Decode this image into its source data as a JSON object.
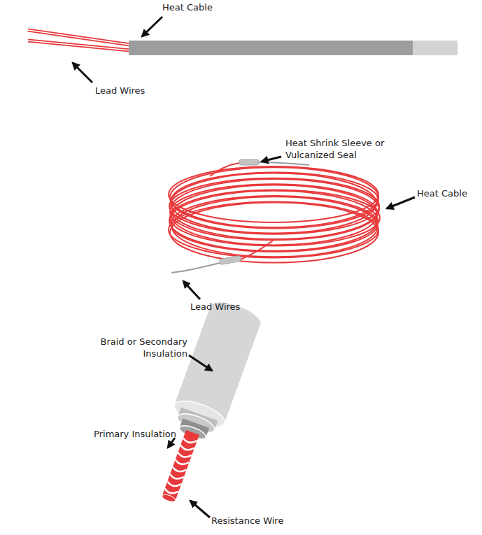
{
  "diagram": {
    "labels": [
      "Heat Cable",
      "Lead Wires",
      "Heat Shrink Sleeve or Vulcanized Seal",
      "Heat Cable",
      "Lead Wires",
      "Braid or Secondary Insulation",
      "Primary Insulation",
      "Resistance Wire"
    ]
  }
}
